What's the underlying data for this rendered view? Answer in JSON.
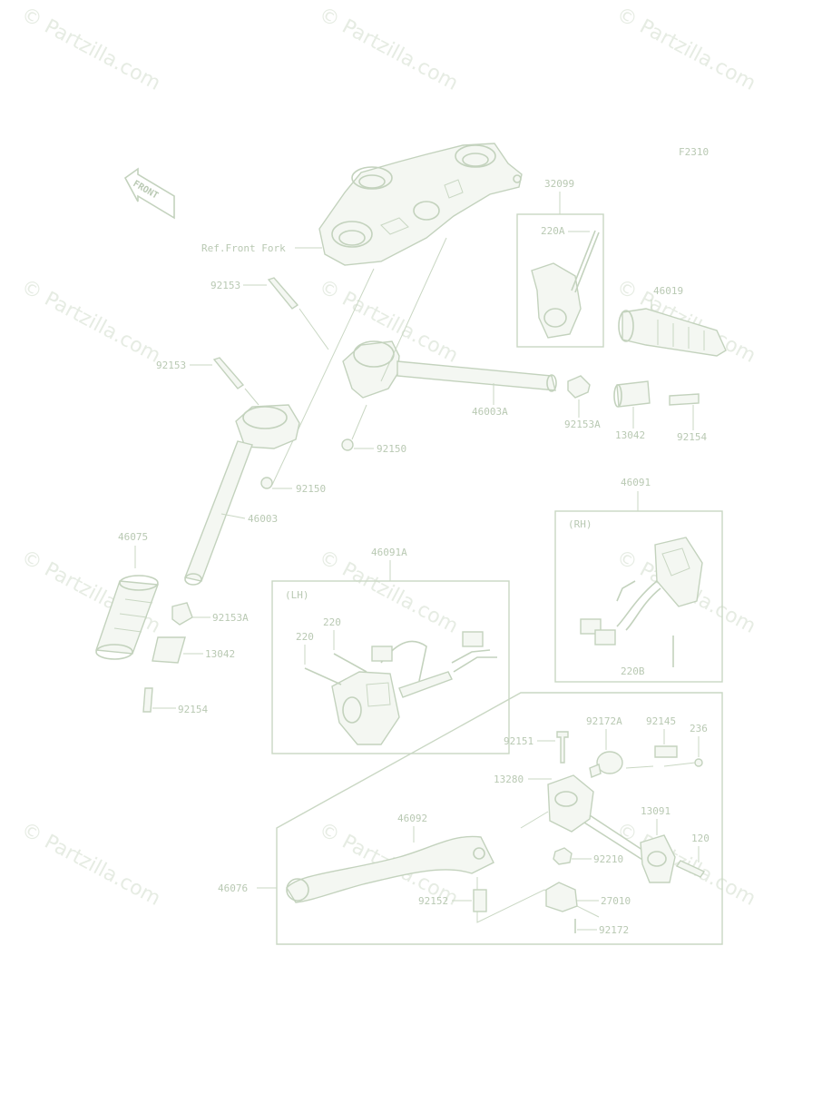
{
  "diagram_code": "F2310",
  "watermark": "© Partzilla.com",
  "front_badge": "FRONT",
  "ref_label": "Ref.Front Fork",
  "box_labels": {
    "lh": "(LH)",
    "rh": "(RH)"
  },
  "parts": {
    "p32099": "32099",
    "p220A": "220A",
    "p46019": "46019",
    "p92153_top": "92153",
    "p92153_left": "92153",
    "p46003A": "46003A",
    "p92153A_right": "92153A",
    "p13042_right": "13042",
    "p92154_right": "92154",
    "p92150_center": "92150",
    "p92150_left": "92150",
    "p46003": "46003",
    "p46091": "46091",
    "p46075": "46075",
    "p46091A": "46091A",
    "p92153A_left": "92153A",
    "p13042_left": "13042",
    "p92154_left": "92154",
    "p220_a": "220",
    "p220_b": "220",
    "p220B": "220B",
    "p92151": "92151",
    "p92172A": "92172A",
    "p92145": "92145",
    "p236": "236",
    "p13280": "13280",
    "p46092": "46092",
    "p13091": "13091",
    "p92210": "92210",
    "p120": "120",
    "p46076": "46076",
    "p92152": "92152",
    "p27010": "27010",
    "p92172": "92172"
  }
}
